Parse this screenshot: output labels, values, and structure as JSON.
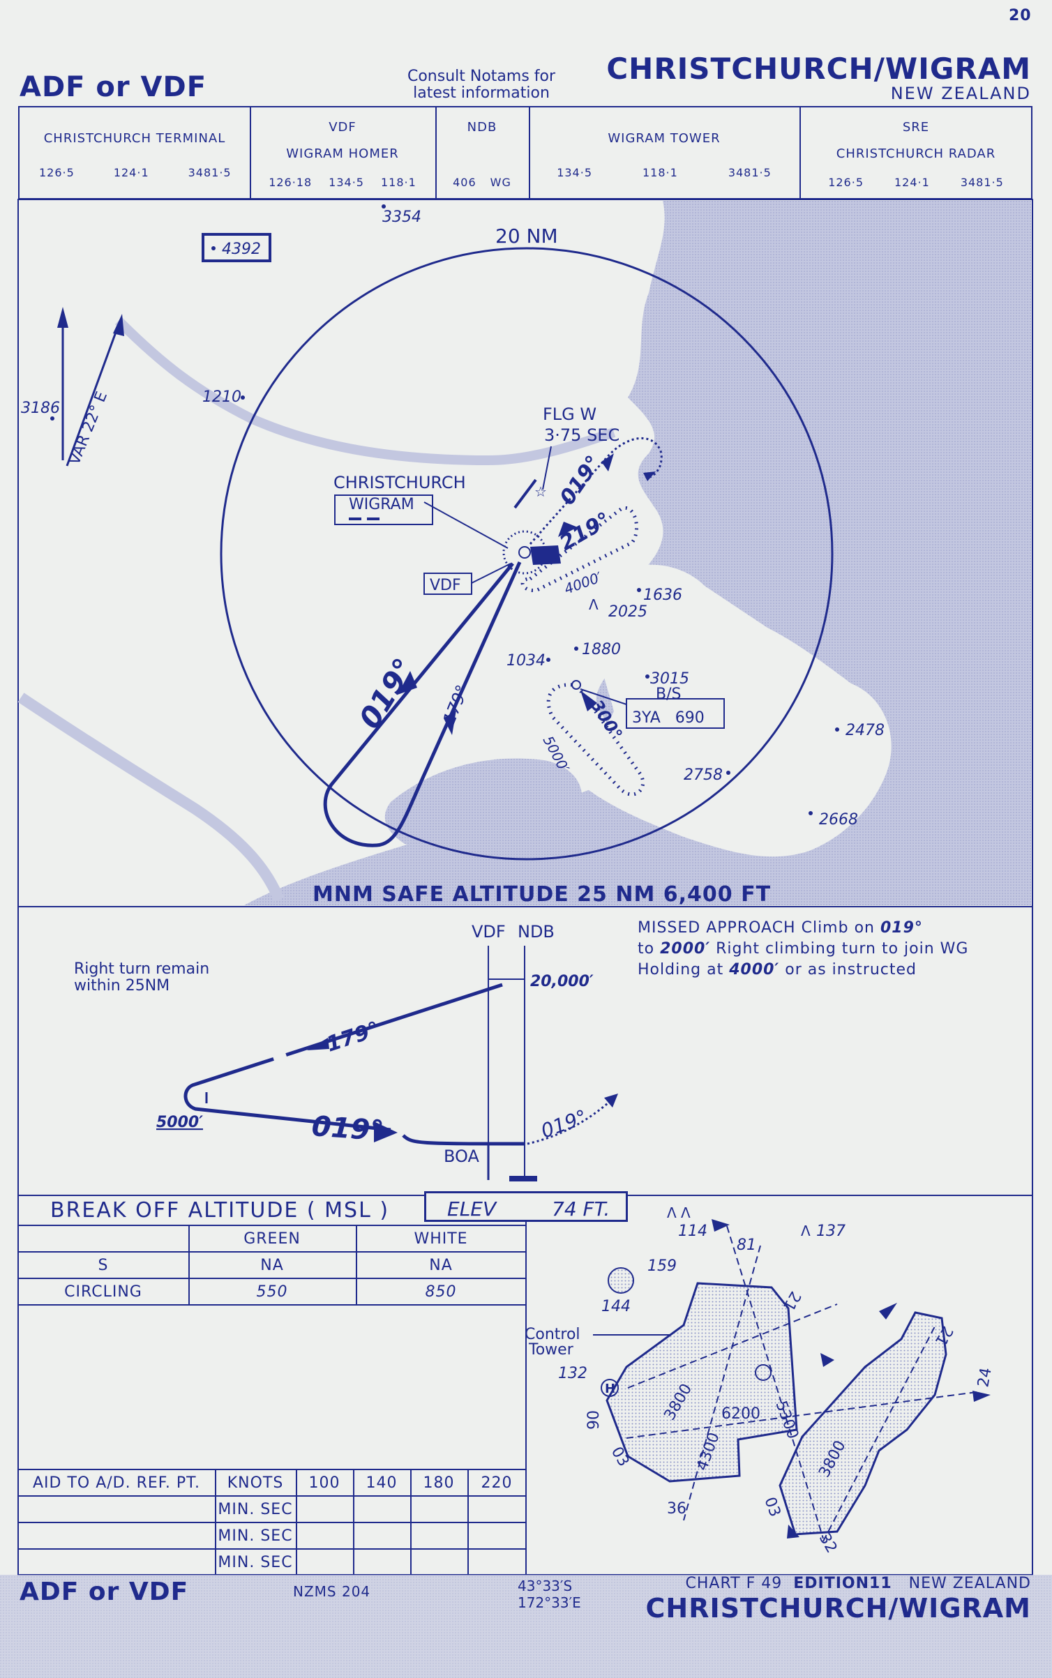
{
  "page_number": "20",
  "header": {
    "approach_type": "ADF or VDF",
    "notam_note": [
      "Consult Notams for",
      "latest information"
    ],
    "aerodrome": "CHRISTCHURCH/WIGRAM",
    "country": "NEW ZEALAND"
  },
  "frequencies": [
    {
      "title": [
        "CHRISTCHURCH TERMINAL"
      ],
      "values": [
        "126·5",
        "124·1",
        "3481·5"
      ]
    },
    {
      "title": [
        "VDF",
        "WIGRAM HOMER"
      ],
      "values": [
        "126·18",
        "134·5",
        "118·1"
      ]
    },
    {
      "title": [
        "NDB"
      ],
      "values": [
        "406",
        "WG"
      ]
    },
    {
      "title": [
        "WIGRAM TOWER"
      ],
      "values": [
        "134·5",
        "118·1",
        "3481·5"
      ]
    },
    {
      "title": [
        "SRE",
        "CHRISTCHURCH RADAR"
      ],
      "values": [
        "126·5",
        "124·1",
        "3481·5"
      ]
    }
  ],
  "plan_view": {
    "range_ring": "20 NM",
    "variation": "VAR 22° E",
    "flashing_light": [
      "FLG W",
      "3·75 SEC"
    ],
    "aerodrome_label": [
      "CHRISTCHURCH",
      "WIGRAM"
    ],
    "vdf_label": "VDF",
    "broadcast_station": [
      "B/S",
      "3YA   690"
    ],
    "elevations": [
      "3354",
      "4392",
      "3186",
      "1210",
      "1636",
      "2025",
      "1880",
      "1034",
      "3015",
      "2478",
      "2758",
      "2668"
    ],
    "tracks": [
      "019°",
      "219°",
      "019°",
      "179°",
      "300°"
    ],
    "holding_altitudes": [
      "4000′",
      "5000′"
    ],
    "msa_text": "MNM SAFE ALTITUDE 25 NM 6,400 FT"
  },
  "profile": {
    "vdf": "VDF",
    "ndb": "NDB",
    "turn_note": [
      "Right turn remain",
      "within 25NM"
    ],
    "top_altitude": "20,000′",
    "turn_altitude": "5000′",
    "boa": "BOA",
    "tracks": [
      "179°",
      "019°",
      "019°"
    ],
    "missed_approach": {
      "line1_prefix": "MISSED APPROACH Climb on",
      "line1_track": "019°",
      "line2_prefix": "to",
      "line2_alt": "2000′",
      "line2_text": "Right climbing turn to join WG",
      "line3_prefix": "Holding at",
      "line3_alt": "4000′",
      "line3_text": "or as instructed"
    }
  },
  "minima": {
    "title": "BREAK OFF ALTITUDE ( MSL )",
    "elev_label": "ELEV",
    "elev_value": "74 FT.",
    "columns": [
      "GREEN",
      "WHITE"
    ],
    "rows": [
      {
        "label": "S",
        "green": "NA",
        "white": "NA"
      },
      {
        "label": "CIRCLING",
        "green": "550",
        "white": "850"
      }
    ]
  },
  "timing": {
    "label": "AID TO A/D. REF. PT.",
    "knots_label": "KNOTS",
    "speeds": [
      "100",
      "140",
      "180",
      "220"
    ],
    "rows": [
      "MIN. SEC",
      "MIN. SEC",
      "MIN. SEC"
    ]
  },
  "aerodrome_diagram": {
    "elevations": [
      "114",
      "137",
      "159",
      "144",
      "132"
    ],
    "control_tower": [
      "Control",
      "Tower"
    ],
    "runway_numbers": [
      "81",
      "21",
      "21",
      "24",
      "90",
      "03",
      "36",
      "03",
      "32"
    ],
    "lengths": [
      "3800",
      "6200",
      "4300",
      "5300",
      "3800"
    ]
  },
  "footer": {
    "approach_type": "ADF or VDF",
    "map_ref": "NZMS 204",
    "latitude": "43°33′S",
    "longitude": "172°33′E",
    "chart": "CHART F 49",
    "edition": "EDITION11",
    "country": "NEW ZEALAND",
    "aerodrome": "CHRISTCHURCH/WIGRAM"
  },
  "colors": {
    "ink": "#1f2a8c",
    "paper": "#eef0ee",
    "sea": "#c3c7e0"
  }
}
